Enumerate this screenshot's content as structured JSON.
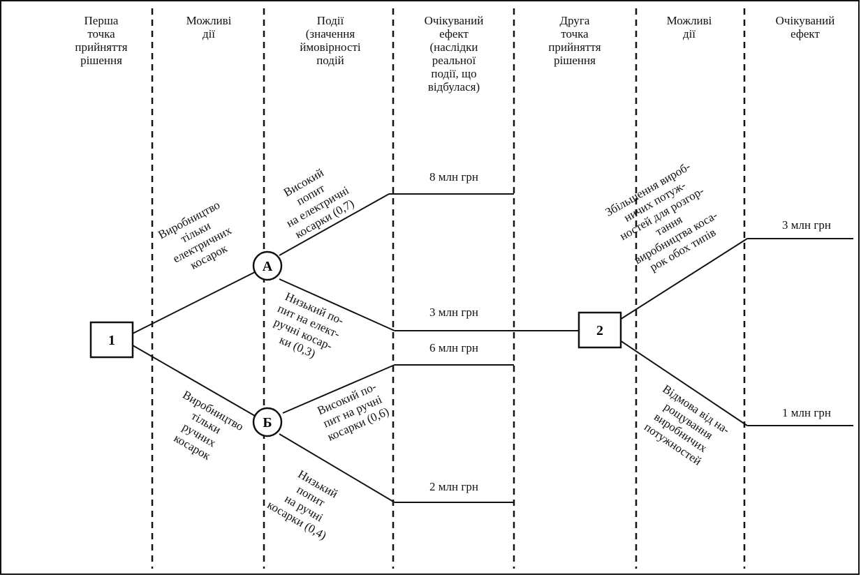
{
  "columns": [
    {
      "header": "Перша\nточка\nприйняття\nрішення"
    },
    {
      "header": "Можливі\nдії"
    },
    {
      "header": "Події\n(значення\nймовірності\nподій"
    },
    {
      "header": "Очікуваний\nефект\n(наслідки\nреальної\nподії, що\nвідбулася)"
    },
    {
      "header": "Друга\nточка\nприйняття\nрішення"
    },
    {
      "header": "Можливі\nдії"
    },
    {
      "header": "Очікуваний\nефект"
    }
  ],
  "nodes": {
    "decision1": "1",
    "eventA": "А",
    "eventB": "Б",
    "decision2": "2"
  },
  "actions": {
    "electric_only": "Виробництво\nтільки\nелектричних\nкосарок",
    "manual_only": "Виробництво\nтільки\nручних\nкосарок",
    "expand": "Збільшення вироб-\nничих потуж-\nностей для розгор-\nтання\nвиробництва коса-\nрок обох типів",
    "refuse": "Відмова від на-\nрощування\nвиробничих\nпотужностей"
  },
  "events": {
    "high_electric": "Високий\nпопит\nна електричні\nкосарки (0,7)",
    "low_electric": "Низький по-\nпит на елект-\nручні косар-\nки (0,3)",
    "high_manual": "Високий по-\nпит на ручні\nкосарки (0,6)",
    "low_manual": "Низький\nпопит\nна ручні\nкосарки (0,4)"
  },
  "outcomes": {
    "v8": "8 млн грн",
    "v3": "3 млн грн",
    "v6": "6 млн грн",
    "v2": "2 млн грн",
    "v3b": "3 млн грн",
    "v1": "1 млн грн"
  }
}
